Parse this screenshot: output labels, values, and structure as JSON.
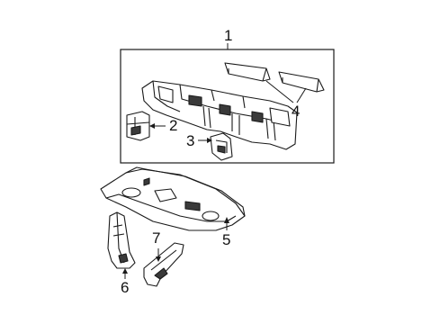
{
  "diagram": {
    "callouts": [
      {
        "id": "1",
        "label": "1"
      },
      {
        "id": "2",
        "label": "2"
      },
      {
        "id": "3",
        "label": "3"
      },
      {
        "id": "4",
        "label": "4"
      },
      {
        "id": "5",
        "label": "5"
      },
      {
        "id": "6",
        "label": "6"
      },
      {
        "id": "7",
        "label": "7"
      }
    ],
    "colors": {
      "line": "#1a1a1a",
      "fill": "#ffffff",
      "shade": "#3a3a3a"
    }
  }
}
